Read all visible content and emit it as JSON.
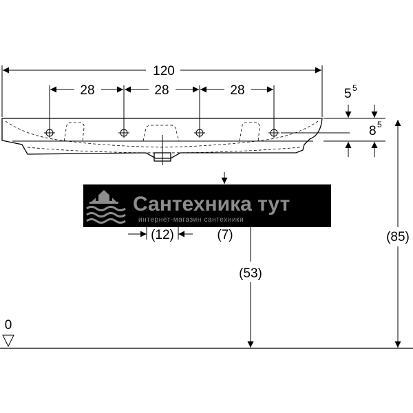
{
  "dimensions": {
    "overall_width": "120",
    "hole_spacing_1": "28",
    "hole_spacing_2": "28",
    "hole_spacing_3": "28",
    "rim_top_offset": "5",
    "rim_top_offset_sup": "5",
    "basin_depth": "8",
    "basin_depth_sup": "5",
    "drain_width": "(12)",
    "drain_offset": "(7)",
    "drain_height": "(53)",
    "total_height": "(85)",
    "floor_level": "0"
  },
  "watermark": {
    "title": "Сантехника тут",
    "subtitle": "интернет-магазин сантехники"
  },
  "colors": {
    "line": "#000000",
    "watermark_bg": "#000000",
    "watermark_text": "#8d8d8d"
  }
}
